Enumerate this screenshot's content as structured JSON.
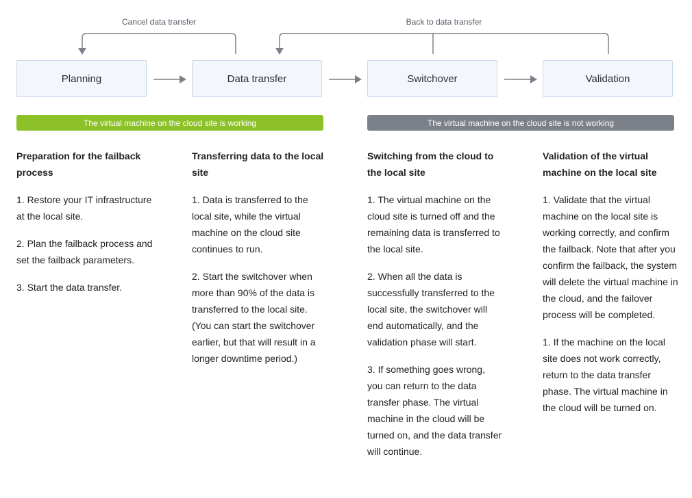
{
  "connectors": {
    "cancel_label": "Cancel data transfer",
    "back_label": "Back to data transfer"
  },
  "phases": [
    {
      "label": "Planning"
    },
    {
      "label": "Data transfer"
    },
    {
      "label": "Switchover"
    },
    {
      "label": "Validation"
    }
  ],
  "status": {
    "working": {
      "label": "The virtual machine on the cloud site is working",
      "color": "#8cc227"
    },
    "not_working": {
      "label": "The virtual machine on the cloud site is not working",
      "color": "#7c8089"
    }
  },
  "colors": {
    "arrow": "#7c8089",
    "box_fill": "#f3f7fc",
    "box_border": "#c8d7ea"
  },
  "columns": [
    {
      "title": "Preparation for the failback process",
      "steps": [
        "1. Restore your IT infrastructure at the local site.",
        "2. Plan the failback process and set the failback parameters.",
        "3. Start the data transfer."
      ]
    },
    {
      "title": "Transferring data to the local site",
      "steps": [
        "1. Data is transferred to the local site, while the virtual machine on the cloud site continues to run.",
        "2. Start the switchover when more than 90% of the data is transferred to the local site. (You can start the switchover earlier, but that will result in a longer downtime period.)"
      ]
    },
    {
      "title": "Switching from the cloud to the local site",
      "steps": [
        "1. The virtual machine on the cloud site is turned off and the remaining data is transferred to the local site.",
        "2. When all the data is successfully transferred to the local site, the switchover will end automatically, and the validation phase will start.",
        "3. If something goes wrong, you can return to the data transfer phase. The virtual machine in the cloud will be turned on, and the data transfer will continue."
      ]
    },
    {
      "title": "Validation of the virtual machine on the local site",
      "steps": [
        "1. Validate that the virtual machine on the local site is working correctly, and confirm the failback. Note that after you confirm the failback, the system will delete the virtual machine in the cloud, and the failover process will be completed.",
        "1. If the machine on the local site does not work correctly, return to the data transfer phase. The virtual machine in the cloud will be turned on."
      ]
    }
  ]
}
